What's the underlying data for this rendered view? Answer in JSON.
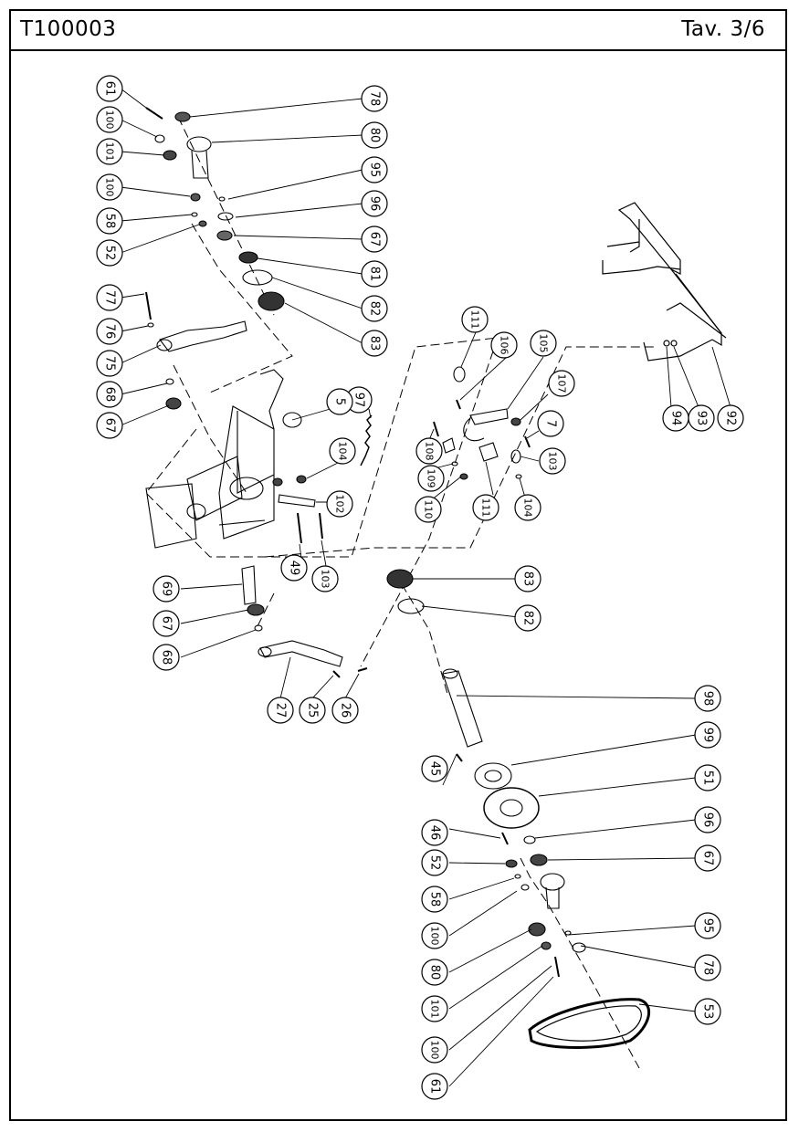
{
  "header": {
    "code": "T100003",
    "table": "Tav. 3/6"
  },
  "callouts": [
    "61",
    "100",
    "101",
    "100",
    "58",
    "52",
    "77",
    "76",
    "75",
    "68",
    "67",
    "78",
    "80",
    "95",
    "96",
    "67",
    "81",
    "82",
    "83",
    "97",
    "5",
    "104",
    "102",
    "49",
    "103",
    "111",
    "106",
    "105",
    "107",
    "7",
    "108",
    "109",
    "110",
    "111",
    "104",
    "103",
    "94",
    "93",
    "92",
    "69",
    "67",
    "68",
    "27",
    "25",
    "26",
    "83",
    "82",
    "98",
    "45",
    "99",
    "51",
    "46",
    "52",
    "58",
    "100",
    "80",
    "101",
    "100",
    "61",
    "96",
    "67",
    "95",
    "78",
    "53"
  ]
}
